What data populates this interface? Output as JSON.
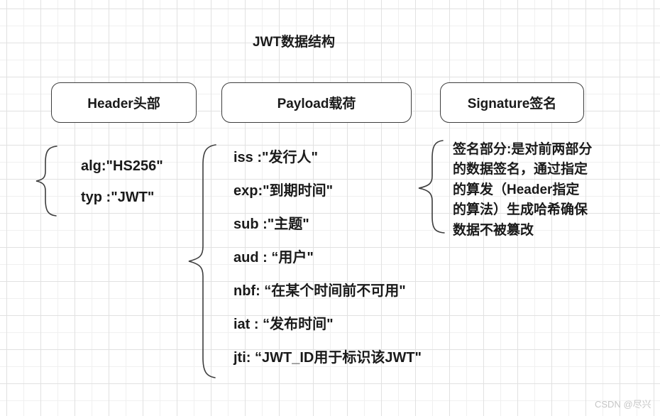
{
  "title": "JWT数据结构",
  "watermark": "CSDN @尽兴",
  "colors": {
    "background": "#ffffff",
    "grid_minor": "#f0f0f0",
    "grid_major": "#e1e1e1",
    "text": "#1a1a1a",
    "stroke": "#3d3d3d",
    "watermark": "#c6c6c6"
  },
  "sections": [
    {
      "id": "header",
      "box_label": "Header头部",
      "items": [
        "alg:\"HS256\"",
        "typ :\"JWT\""
      ]
    },
    {
      "id": "payload",
      "box_label": "Payload载荷",
      "items": [
        "iss :\"发行人\"",
        "exp:\"到期时间\"",
        "sub :\"主题\"",
        "aud : “用户\"",
        "nbf: “在某个时间前不可用\"",
        "iat : “发布时间\"",
        "jti: “JWT_ID用于标识该JWT\""
      ]
    },
    {
      "id": "signature",
      "box_label": "Signature签名",
      "note_lines": [
        "签名部分:是对前两部分",
        "的数据签名，通过指定",
        "的算发（Header指定",
        "的算法）生成哈希确保",
        "数据不被篡改"
      ]
    }
  ]
}
